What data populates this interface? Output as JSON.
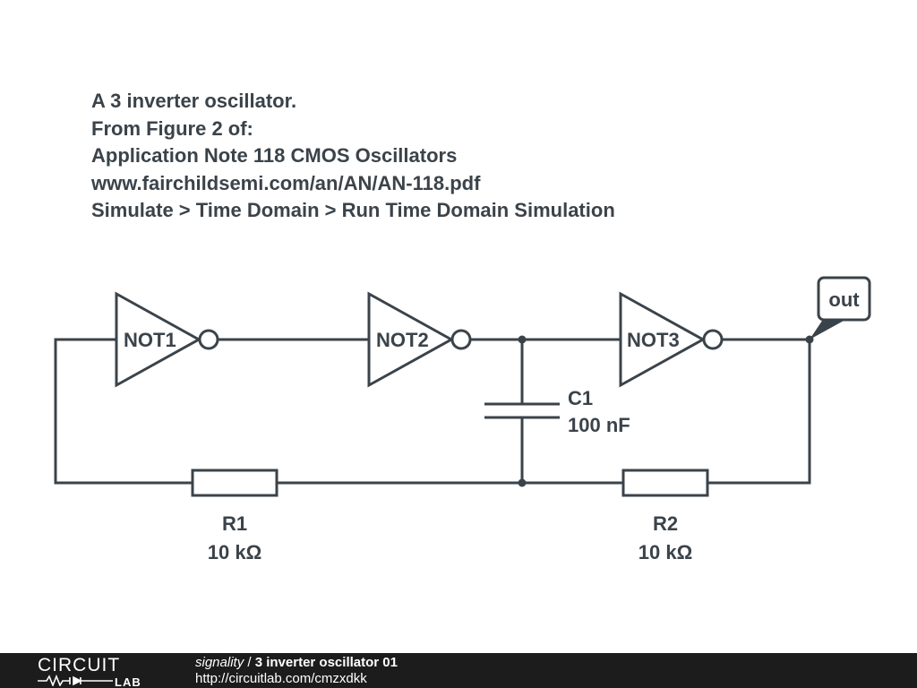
{
  "description": {
    "lines": [
      "A 3 inverter oscillator.",
      "From Figure 2 of:",
      "Application Note 118 CMOS Oscillators",
      "www.fairchildsemi.com/an/AN/AN-118.pdf",
      "Simulate > Time Domain > Run Time Domain Simulation"
    ]
  },
  "schematic": {
    "gates": [
      {
        "name": "NOT1"
      },
      {
        "name": "NOT2"
      },
      {
        "name": "NOT3"
      }
    ],
    "capacitor": {
      "name": "C1",
      "value": "100 nF"
    },
    "resistors": [
      {
        "name": "R1",
        "value": "10 kΩ"
      },
      {
        "name": "R2",
        "value": "10 kΩ"
      }
    ],
    "output_label": "out"
  },
  "footer": {
    "logo_top": "CIRCUIT",
    "logo_bottom": "LAB",
    "user": "signality",
    "separator": "/",
    "title": "3 inverter oscillator 01",
    "url": "http://circuitlab.com/cmzxdkk"
  },
  "colors": {
    "wire": "#3b434a",
    "footer_bg": "#1c1c1c",
    "footer_text": "#ffffff"
  }
}
